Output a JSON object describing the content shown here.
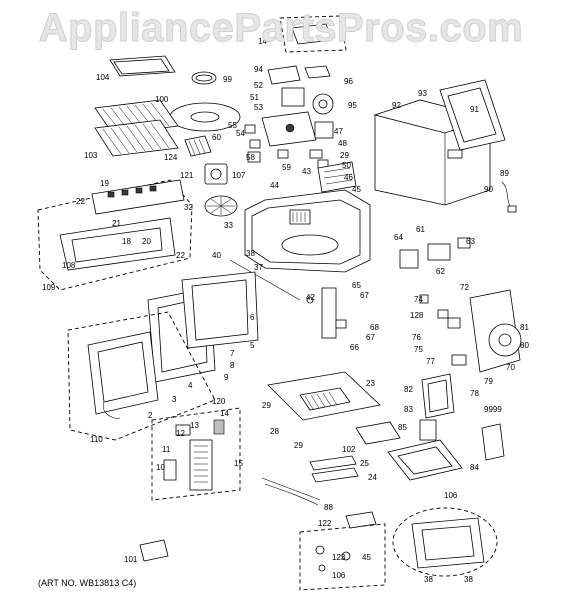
{
  "watermark": "AppliancePartsPros.com",
  "art_number": "(ART NO. WB13813 C4)",
  "callouts": [
    "14",
    "104",
    "99",
    "94",
    "96",
    "52",
    "51",
    "95",
    "100",
    "53",
    "55",
    "54",
    "47",
    "103",
    "124",
    "60",
    "48",
    "58",
    "29",
    "50",
    "59",
    "43",
    "107",
    "121",
    "46",
    "44",
    "45",
    "19",
    "93",
    "92",
    "91",
    "89",
    "90",
    "22",
    "21",
    "32",
    "33",
    "18",
    "20",
    "22",
    "38",
    "40",
    "37",
    "42",
    "64",
    "61",
    "63",
    "62",
    "108",
    "109",
    "6",
    "5",
    "7",
    "8",
    "9",
    "65",
    "67",
    "68",
    "66",
    "67",
    "74",
    "72",
    "128",
    "81",
    "76",
    "75",
    "80",
    "77",
    "70",
    "79",
    "78",
    "23",
    "82",
    "3",
    "4",
    "2",
    "110",
    "120",
    "14",
    "13",
    "12",
    "11",
    "10",
    "15",
    "29",
    "28",
    "29",
    "102",
    "83",
    "85",
    "9999",
    "25",
    "24",
    "84",
    "106",
    "88",
    "122",
    "101",
    "123",
    "45",
    "106",
    "38",
    "38"
  ]
}
